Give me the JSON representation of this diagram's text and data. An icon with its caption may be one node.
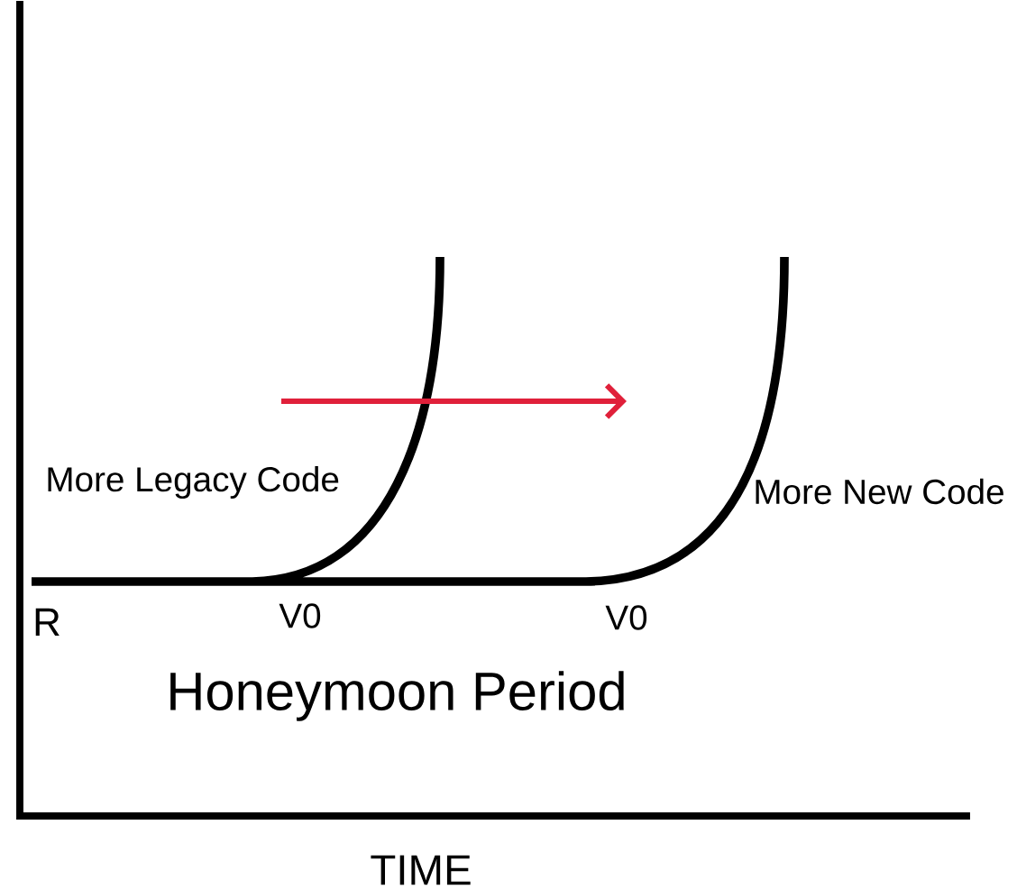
{
  "diagram": {
    "labels": [
      "More Legacy Code",
      "More New Code",
      "R",
      "V0",
      "V0",
      "Honeymoon Period",
      "TIME"
    ]
  }
}
